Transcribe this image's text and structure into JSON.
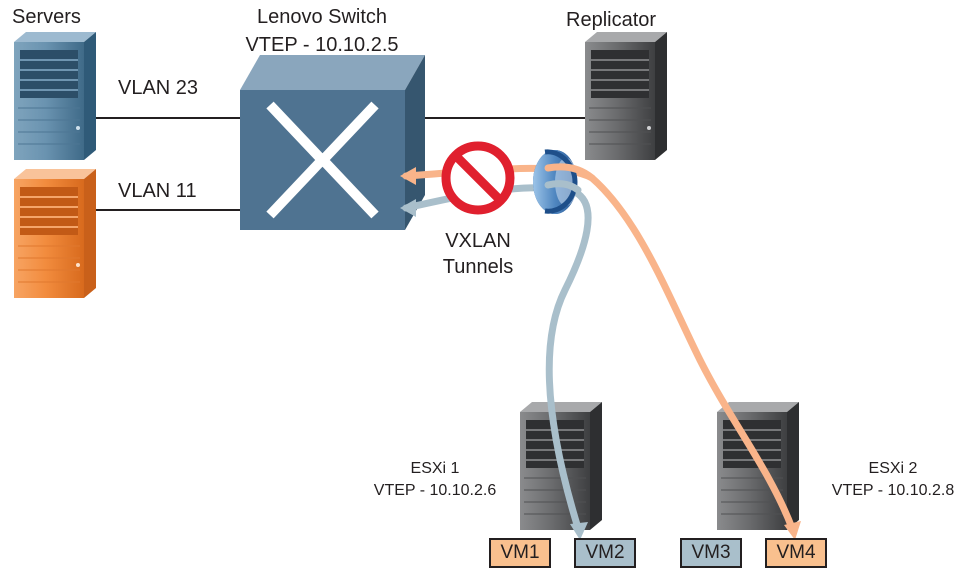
{
  "labels": {
    "servers": "Servers",
    "switch_name": "Lenovo Switch",
    "switch_vtep": "VTEP - 10.10.2.5",
    "replicator": "Replicator",
    "vlan_23": "VLAN 23",
    "vlan_11": "VLAN 11",
    "tunnels_line1": "VXLAN",
    "tunnels_line2": "Tunnels",
    "esxi1_name": "ESXi 1",
    "esxi1_vtep": "VTEP - 10.10.2.6",
    "esxi2_name": "ESXi 2",
    "esxi2_vtep": "VTEP - 10.10.2.8"
  },
  "vms": [
    "VM1",
    "VM2",
    "VM3",
    "VM4"
  ],
  "colors": {
    "blue_vlan": "#a9bfcb",
    "orange_vlan": "#f9b48a",
    "server_blue": "#5a8aa8",
    "server_orange": "#f08a3c",
    "server_gray": "#5e5f61",
    "switch_fill": "#4f7391",
    "prohibit_red": "#e0202e",
    "tunnel_ring": "#4a7ab4"
  },
  "icons": [
    "server-icon",
    "switch-icon",
    "prohibited-icon",
    "tunnel-ring-icon"
  ]
}
